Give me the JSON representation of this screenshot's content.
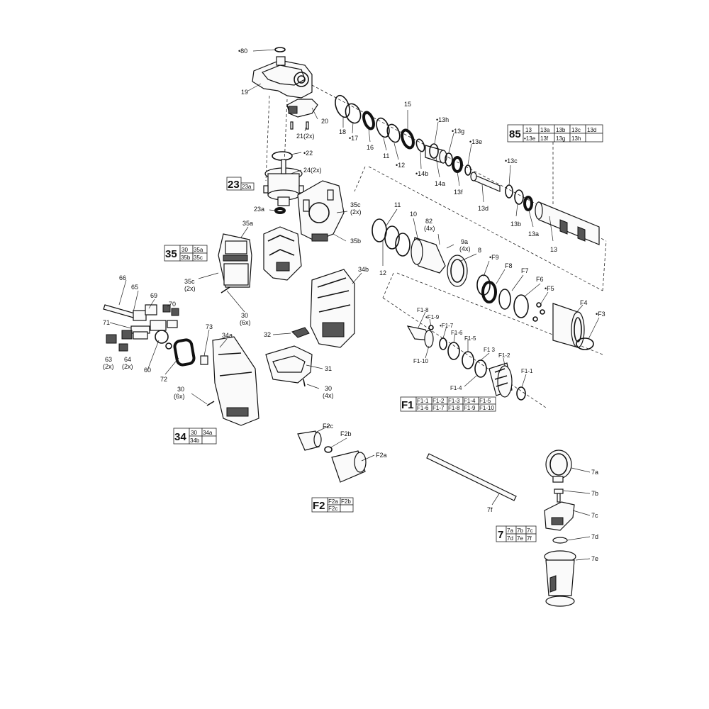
{
  "labels": {
    "p80": "•80",
    "p19": "19",
    "p20": "20",
    "p21": "21(2x)",
    "p22": "•22",
    "p24": "24(2x)",
    "p23a": "23a",
    "p18": "18",
    "p17": "•17",
    "p16": "16",
    "p11": "11",
    "p12": "•12",
    "p15": "15",
    "p14b": "•14b",
    "p13h": "•13h",
    "p13g": "•13g",
    "p13e": "•13e",
    "p14a": "14a",
    "p13f": "13f",
    "p13d": "13d",
    "p13c": "•13c",
    "p13b": "13b",
    "p13a": "13a",
    "p13": "13",
    "p35c_top": "35c\n(2x)",
    "p35b": "35b",
    "p35a": "35a",
    "p35c_left": "35c\n(2x)",
    "p30_mid": "30\n(6x)",
    "p34b": "34b",
    "p32": "32",
    "p31": "31",
    "p30_low": "30\n(4x)",
    "p11_b": "11",
    "p10": "10",
    "p82": "82\n(4x)",
    "p9a": "9a\n(4x)",
    "p8": "8",
    "p12_b": "12",
    "pF9": "•F9",
    "pF8": "F8",
    "pF7": "F7",
    "pF6": "F6",
    "pF5": "•F5",
    "pF4": "F4",
    "pF3": "•F3",
    "pF1_8": "F1-8",
    "pF1_9": "•F1-9",
    "pF1_7": "•F1-7",
    "pF1_6": "F1-6",
    "pF1_5": "F1-5",
    "pF1_3": "F1 3",
    "pF1_2": "F1-2",
    "pF1_1": "F1-1",
    "pF1_4": "F1-4",
    "pF1_10": "F1-10",
    "p66": "66",
    "p65": "65",
    "p69": "69",
    "p70": "70",
    "p71": "71",
    "p63": "63\n(2x)",
    "p64": "64\n(2x)",
    "p60": "60",
    "p72": "72",
    "p73": "73",
    "p34a": "34a",
    "p30_left": "30\n(6x)",
    "pF2c": "F2c",
    "pF2b": "F2b",
    "pF2a": "F2a",
    "p7f": "7f",
    "p7a": "7a",
    "p7b": "7b",
    "p7c": "7c",
    "p7d": "7d",
    "p7e": "7e"
  },
  "kits": {
    "k85": {
      "main": "85",
      "cells": [
        "13",
        "13a",
        "13b",
        "13c",
        "13d",
        "•13e",
        "13f",
        "13g",
        "13h",
        ""
      ]
    },
    "k23": {
      "main": "23",
      "cells": [
        "23a"
      ]
    },
    "k35": {
      "main": "35",
      "cells": [
        "30",
        "35a",
        "35b",
        "35c"
      ]
    },
    "k34": {
      "main": "34",
      "cells": [
        "30",
        "34a",
        "34b",
        ""
      ]
    },
    "kF1": {
      "main": "F1",
      "cells": [
        "F1-1",
        "F1-2",
        "F1-3",
        "F1-4",
        "F1-5",
        "F1-6",
        "F1-7",
        "F1-8",
        "F1-9",
        "F1-10"
      ]
    },
    "kF2": {
      "main": "F2",
      "cells": [
        "F2a",
        "F2b",
        "F2c",
        ""
      ]
    },
    "k7": {
      "main": "7",
      "cells": [
        "7a",
        "7b",
        "7c",
        "7d",
        "7e",
        "7f"
      ]
    }
  }
}
